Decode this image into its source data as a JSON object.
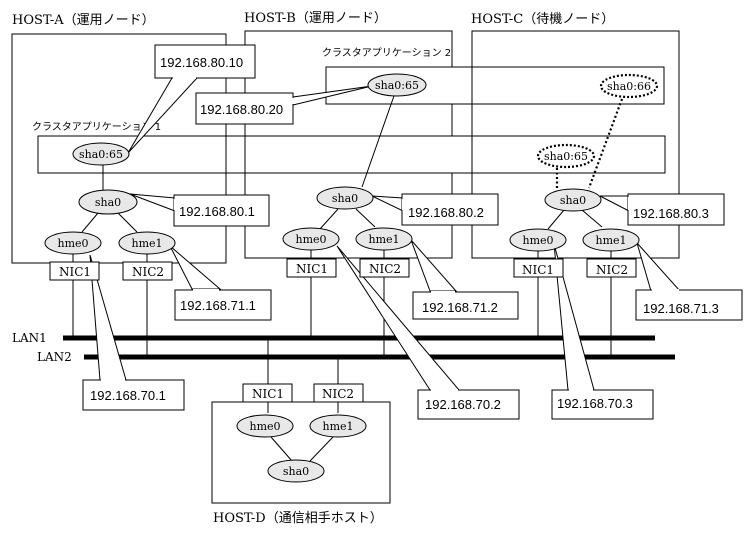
{
  "hosts": {
    "a": {
      "title": "HOST-A（運用ノード）"
    },
    "b": {
      "title": "HOST-B（運用ノード）"
    },
    "c": {
      "title": "HOST-C（待機ノード）"
    },
    "d": {
      "title": "HOST-D（通信相手ホスト）"
    }
  },
  "cluster_apps": {
    "app1": {
      "label": "クラスタアプリケーション 1"
    },
    "app2": {
      "label": "クラスタアプリケーション 2"
    }
  },
  "interfaces": {
    "a_sha0_65": "sha0:65",
    "b_sha0_65": "sha0:65",
    "c_sha0_65": "sha0:65",
    "c_sha0_66": "sha0:66",
    "sha0": "sha0",
    "hme0": "hme0",
    "hme1": "hme1",
    "nic1": "NIC1",
    "nic2": "NIC2"
  },
  "ip_addresses": {
    "takeover_app1": "192.168.80.10",
    "takeover_app2": "192.168.80.20",
    "a_sha0": "192.168.80.1",
    "b_sha0": "192.168.80.2",
    "c_sha0": "192.168.80.3",
    "a_hme1": "192.168.71.1",
    "b_hme1": "192.168.71.2",
    "c_hme1": "192.168.71.3",
    "a_hme0": "192.168.70.1",
    "b_hme0": "192.168.70.2",
    "c_hme0": "192.168.70.3"
  },
  "networks": {
    "lan1": "LAN1",
    "lan2": "LAN2"
  }
}
